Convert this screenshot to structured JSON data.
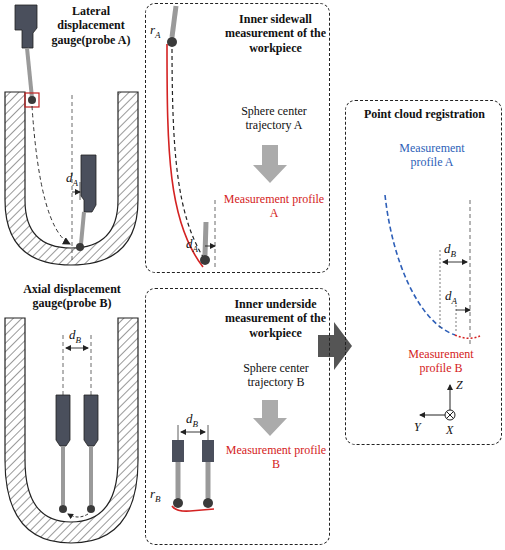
{
  "diagram": {
    "nodes": [
      {
        "text": [
          "Inner sidewall measurement of the workpiece",
          "Sphere center trajectory A",
          "Measurement profile A"
        ]
      },
      {
        "text": [
          "Inner underside measurement of the workpiece",
          "Sphere center trajectory B",
          "Measurement profile B"
        ]
      },
      {
        "text": [
          "Point cloud registration",
          "Measurement profile A",
          "Measurement profile B"
        ]
      }
    ],
    "labels": [
      "Lateral displacement gauge(probe A)",
      "dA",
      "Axial displacement gauge(probe B)",
      "dB",
      "rA",
      "dA",
      "dB",
      "rB",
      "dB",
      "dA",
      "Z",
      "Y",
      "X"
    ]
  }
}
